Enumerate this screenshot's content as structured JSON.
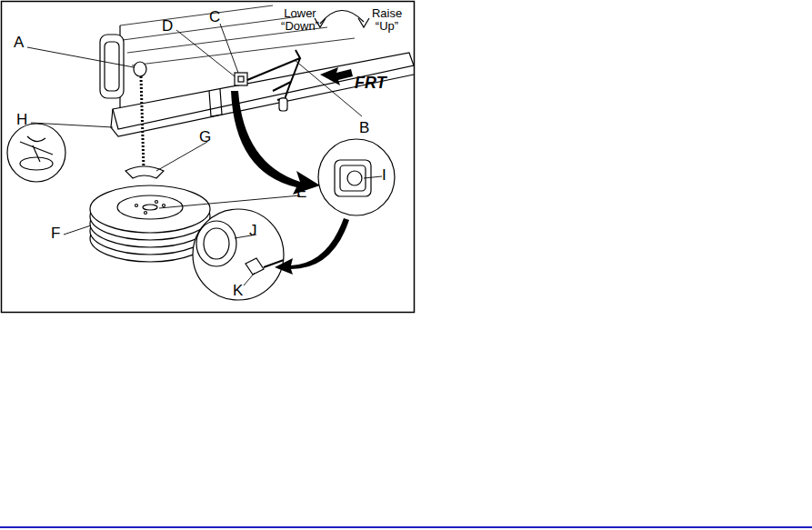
{
  "diagram": {
    "labels": [
      "A",
      "D",
      "C",
      "Lower “Down”",
      "Raise “Up”",
      "FRT",
      "B",
      "H",
      "G",
      "E",
      "F",
      "I",
      "J",
      "K"
    ]
  }
}
